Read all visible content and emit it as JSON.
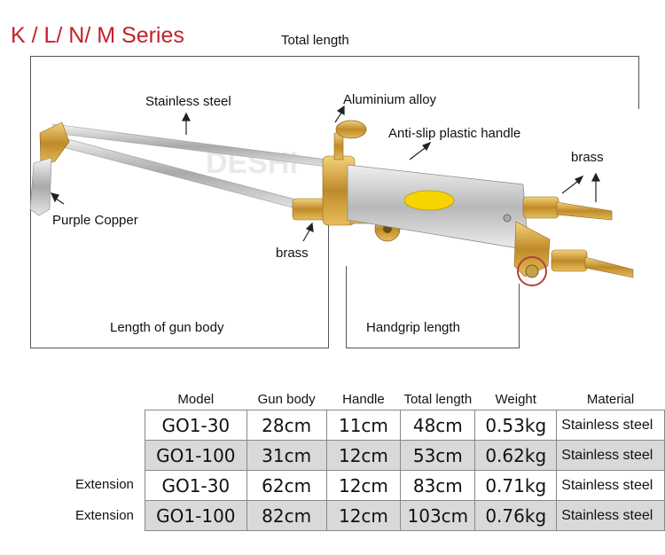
{
  "title": "K / L/ N/ M Series",
  "labels": {
    "total_length": "Total length",
    "stainless_steel": "Stainless steel",
    "aluminium_alloy": "Aluminium alloy",
    "anti_slip_handle": "Anti-slip plastic handle",
    "brass_right": "brass",
    "purple_copper": "Purple Copper",
    "brass_bottom": "brass",
    "gun_body_length": "Length of gun body",
    "handgrip_length": "Handgrip length"
  },
  "watermark": "DESHI",
  "table": {
    "headers": [
      "Model",
      "Gun body",
      "Handle",
      "Total length",
      "Weight",
      "Material"
    ],
    "rows": [
      {
        "side_label": "",
        "cells": [
          "GO1-30",
          "28cm",
          "11cm",
          "48cm",
          "0.53kg",
          "Stainless steel"
        ]
      },
      {
        "side_label": "",
        "cells": [
          "GO1-100",
          "31cm",
          "12cm",
          "53cm",
          "0.62kg",
          "Stainless steel"
        ]
      },
      {
        "side_label": "Extension",
        "cells": [
          "GO1-30",
          "62cm",
          "12cm",
          "83cm",
          "0.71kg",
          "Stainless steel"
        ]
      },
      {
        "side_label": "Extension",
        "cells": [
          "GO1-100",
          "82cm",
          "12cm",
          "103cm",
          "0.76kg",
          "Stainless steel"
        ]
      }
    ]
  },
  "colors": {
    "title": "#c4212b",
    "brass": "#d4a640",
    "steel": "#c9c9c9",
    "handle_yellow": "#f5d400"
  }
}
